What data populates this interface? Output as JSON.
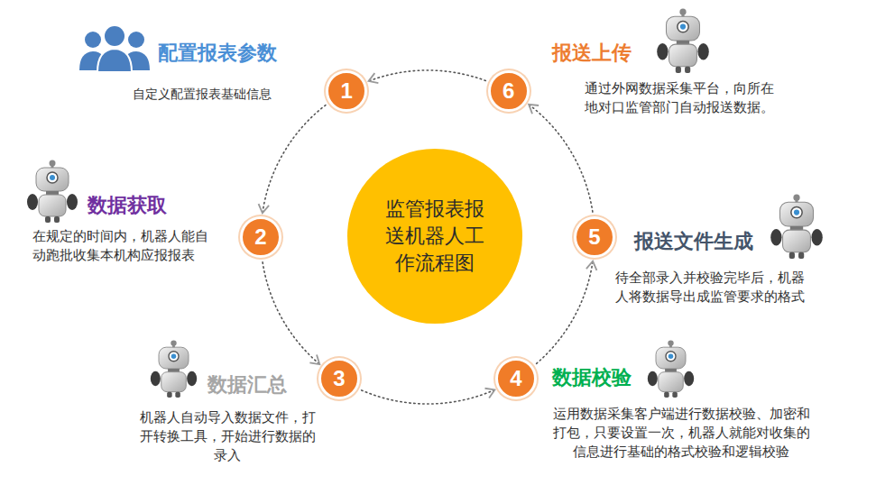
{
  "diagram": {
    "nodes": [
      {
        "text": [
          "监管报表报送机器人工作流程图"
        ]
      },
      {
        "text": [
          "1"
        ]
      },
      {
        "text": [
          "2"
        ]
      },
      {
        "text": [
          "3"
        ]
      },
      {
        "text": [
          "4"
        ]
      },
      {
        "text": [
          "5"
        ]
      },
      {
        "text": [
          "6"
        ]
      }
    ],
    "edges": [
      {
        "from": 1,
        "to": 2,
        "arrow": "to"
      },
      {
        "from": 2,
        "to": 3,
        "arrow": "to"
      },
      {
        "from": 3,
        "to": 4,
        "arrow": "to"
      },
      {
        "from": 4,
        "to": 5,
        "arrow": "to"
      },
      {
        "from": 5,
        "to": 6,
        "arrow": "to"
      },
      {
        "from": 6,
        "to": 1,
        "arrow": "to"
      }
    ],
    "labels": [
      "配置报表参数",
      "自定义配置报表基础信息",
      "数据获取",
      "在规定的时间内，机器人能自动跑批收集本机构应报报表",
      "数据汇总",
      "机器人自动导入数据文件，打开转换工具，开始进行数据的录入",
      "数据校验",
      "运用数据采集客户端进行数据校验、加密和打包，只要设置一次，机器人就能对收集的信息进行基础的格式校验和逻辑校验",
      "报送文件生成",
      "待全部录入并校验完毕后，机器人将数据导出成监管要求的格式",
      "报送上传",
      "通过外网数据采集平台，向所在地对口监管部门自动报送数据。"
    ]
  }
}
